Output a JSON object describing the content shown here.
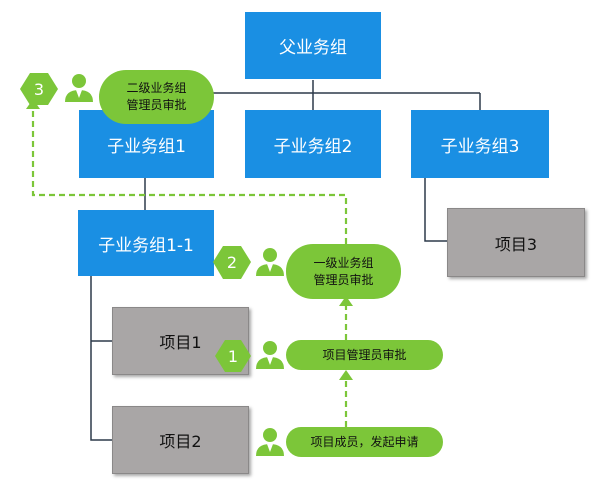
{
  "nodes": {
    "parent": "父业务组",
    "child1": "子业务组1",
    "child2": "子业务组2",
    "child3": "子业务组3",
    "child1_1": "子业务组1-1",
    "project1": "项目1",
    "project2": "项目2",
    "project3": "项目3"
  },
  "approvals": {
    "level2_line1": "二级业务组",
    "level2_line2": "管理员审批",
    "level1_line1": "一级业务组",
    "level1_line2": "管理员审批",
    "project_admin": "项目管理员审批",
    "member_apply": "项目成员，发起申请"
  },
  "steps": [
    "3",
    "2",
    "1"
  ],
  "colors": {
    "group_blue": "#1a8fe3",
    "approval_green": "#7cc639",
    "project_gray": "#a9a6a6",
    "connector": "#2d3a4a"
  },
  "icons": [
    "person-icon",
    "arrow-up-icon"
  ]
}
